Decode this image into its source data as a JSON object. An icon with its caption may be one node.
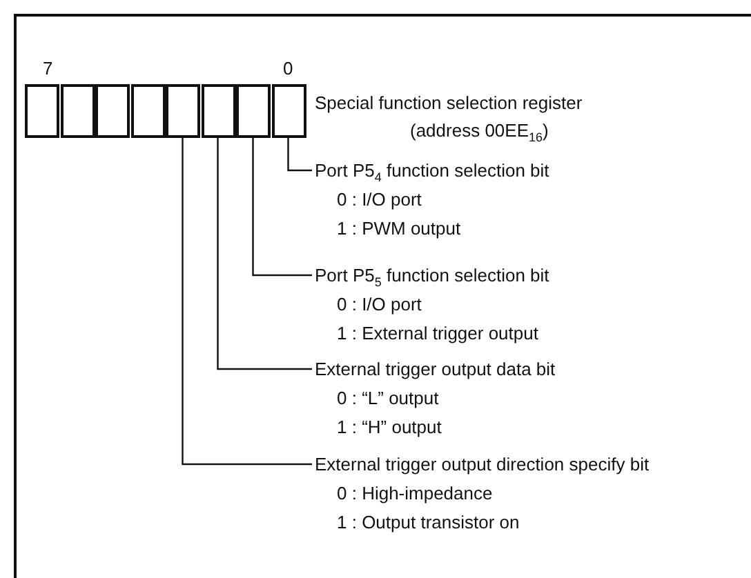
{
  "diagram": {
    "nodes": [
      {
        "text": [],
        "shape": "box"
      },
      {
        "text": [],
        "shape": "box"
      },
      {
        "text": [],
        "shape": "box"
      },
      {
        "text": [],
        "shape": "box"
      },
      {
        "text": [],
        "shape": "box"
      },
      {
        "text": [],
        "shape": "box"
      },
      {
        "text": [],
        "shape": "box"
      },
      {
        "text": [],
        "shape": "box"
      },
      {
        "text": [
          "Port P5$_{4}$ function selection bit",
          "0 : I/O port",
          "1 : PWM output"
        ]
      },
      {
        "text": [
          "Port P5$_{5}$ function selection bit",
          "0 : I/O port",
          "1 : External trigger output"
        ]
      },
      {
        "text": [
          "External trigger output data bit",
          "0 : “L” output",
          "1 : “H” output"
        ]
      },
      {
        "text": [
          "External trigger output direction specify bit",
          "0 : High-impedance",
          "1 : Output transistor on"
        ]
      }
    ],
    "edges": [
      {
        "from": 7,
        "to": 8,
        "arrow": "none"
      },
      {
        "from": 6,
        "to": 9,
        "arrow": "none"
      },
      {
        "from": 5,
        "to": 10,
        "arrow": "none"
      },
      {
        "from": 4,
        "to": 11,
        "arrow": "none"
      }
    ],
    "labels": [
      "7",
      "0",
      "Special function selection register",
      "(address 00EE$_{16}$)"
    ]
  }
}
